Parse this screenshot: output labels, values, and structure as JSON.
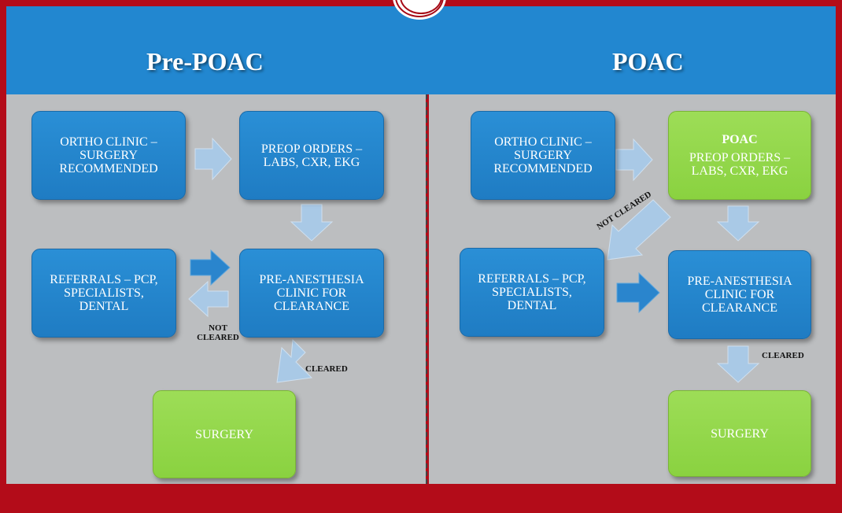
{
  "left_title": "Pre-POAC",
  "right_title": "POAC",
  "left": {
    "ortho": "ORTHO CLINIC – SURGERY RECOMMENDED",
    "preop": "PREOP ORDERS – LABS, CXR, EKG",
    "referrals": "REFERRALS – PCP, SPECIALISTS, DENTAL",
    "preanesthesia": "PRE-ANESTHESIA CLINIC FOR CLEARANCE",
    "surgery": "SURGERY",
    "not_cleared": "NOT CLEARED",
    "cleared": "CLEARED"
  },
  "right": {
    "ortho": "ORTHO CLINIC – SURGERY RECOMMENDED",
    "poac_label": "POAC",
    "preop": "PREOP ORDERS – LABS, CXR, EKG",
    "referrals": "REFERRALS – PCP, SPECIALISTS, DENTAL",
    "preanesthesia": "PRE-ANESTHESIA CLINIC FOR CLEARANCE",
    "surgery": "SURGERY",
    "not_cleared": "NOT CLEARED",
    "cleared": "CLEARED"
  },
  "colors": {
    "header": "#2287d0",
    "panel": "#bcbec0",
    "footer": "#b30c19",
    "box_blue": "#2287d0",
    "box_green": "#8fd44a",
    "arrow_light": "#a9c9e6",
    "arrow_dark": "#2a85cd"
  }
}
